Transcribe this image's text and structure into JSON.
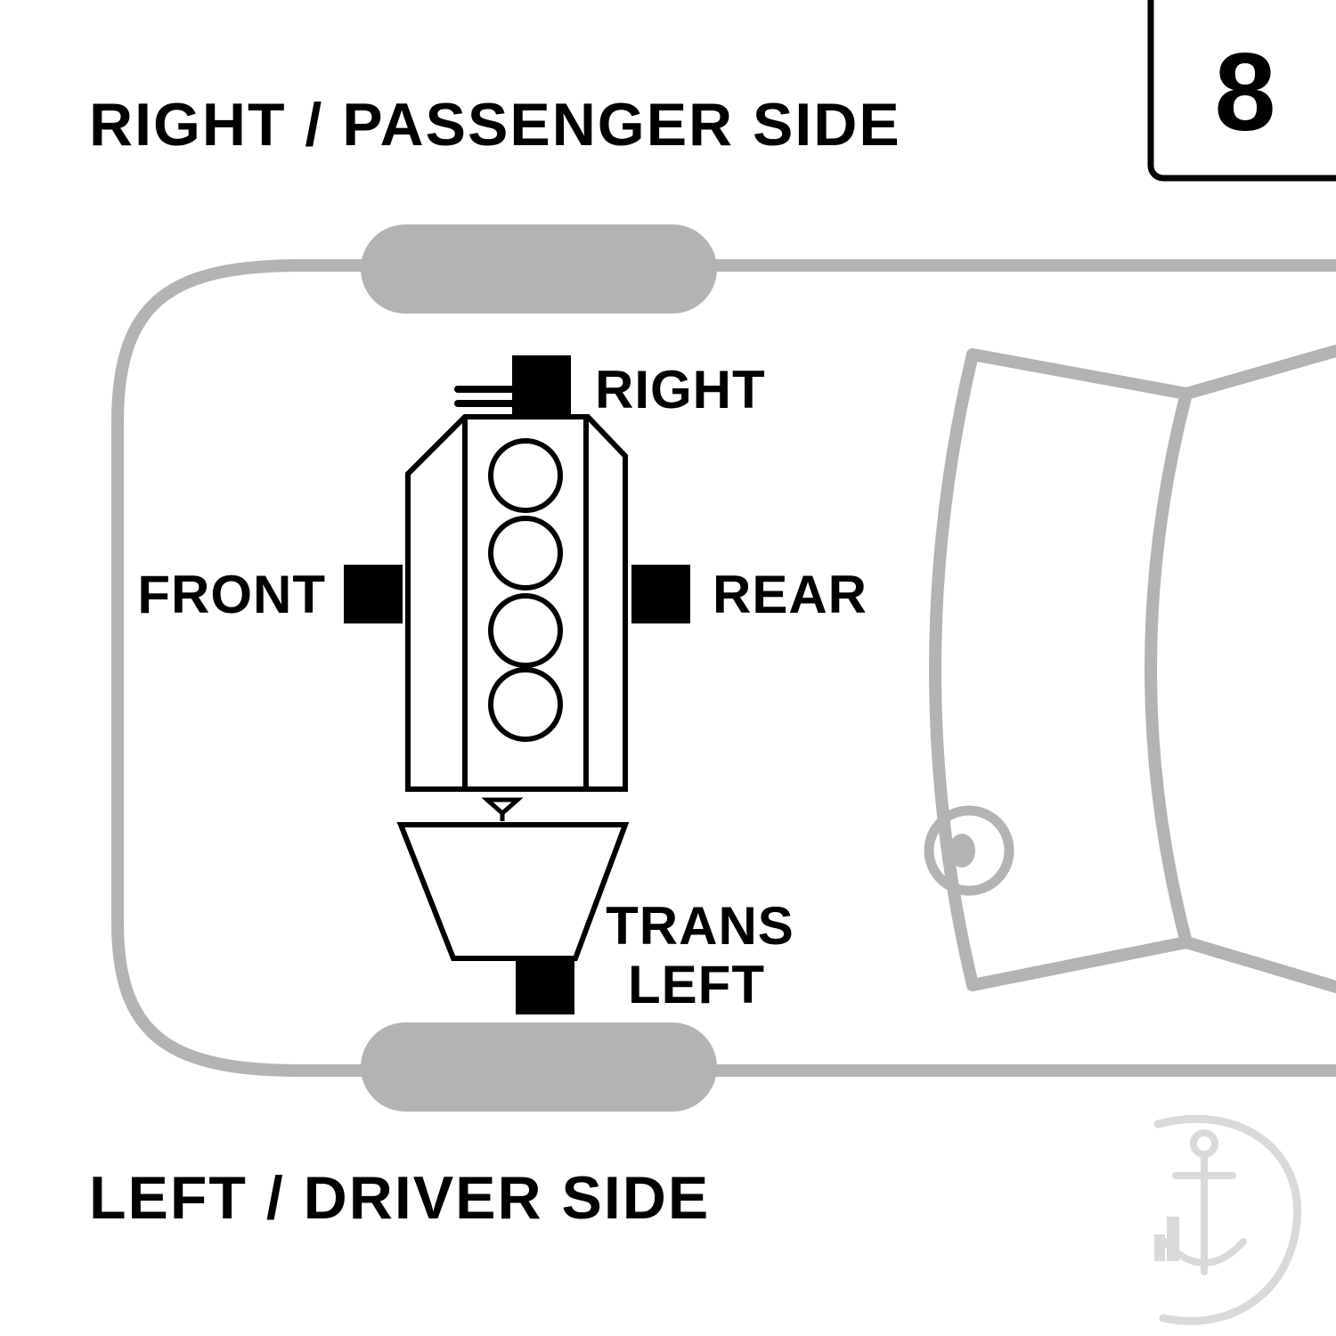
{
  "page": {
    "number": "8"
  },
  "headers": {
    "top": "RIGHT / PASSENGER SIDE",
    "bottom": "LEFT / DRIVER SIDE"
  },
  "mount_labels": {
    "right": "RIGHT",
    "front": "FRONT",
    "rear": "REAR",
    "trans_line1": "TRANS",
    "trans_line2": "LEFT"
  },
  "diagram": {
    "type": "engine-and-transmission-mount-locations-top-view",
    "cylinders": 4,
    "mounts": [
      "RIGHT",
      "FRONT",
      "REAR",
      "TRANS LEFT"
    ]
  },
  "colors": {
    "background": "#ffffff",
    "ink": "#000000",
    "car_outline": "#b3b3b3",
    "watermark": "#d9d9d9"
  }
}
